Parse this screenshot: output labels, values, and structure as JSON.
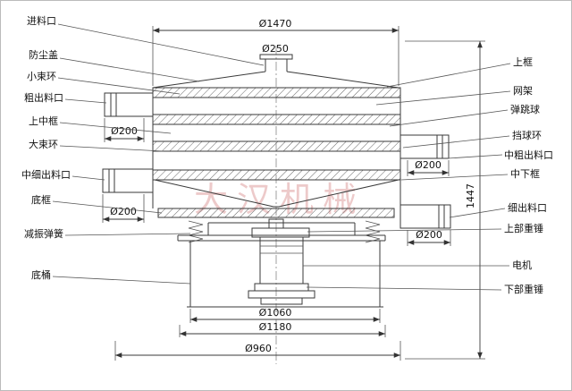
{
  "watermark": "大汉机械",
  "left_labels": [
    "进料口",
    "防尘盖",
    "小束环",
    "粗出料口",
    "上中框",
    "大束环",
    "中细出料口",
    "底框",
    "减振弹簧",
    "底桶"
  ],
  "right_labels": [
    "上框",
    "网架",
    "弹跳球",
    "挡球环",
    "中粗出料口",
    "中下框",
    "细出料口",
    "上部重锤",
    "电机",
    "下部重锤"
  ],
  "dimensions": {
    "top_diameter": "Ø1470",
    "inlet_diameter": "Ø250",
    "outlet_left_upper": "Ø200",
    "outlet_left_lower": "Ø200",
    "outlet_right_upper": "Ø200",
    "outlet_right_lower": "Ø200",
    "overall_height": "1447",
    "barrel_diameter": "Ø1060",
    "flange_diameter": "Ø1180",
    "base_diameter": "Ø960"
  }
}
